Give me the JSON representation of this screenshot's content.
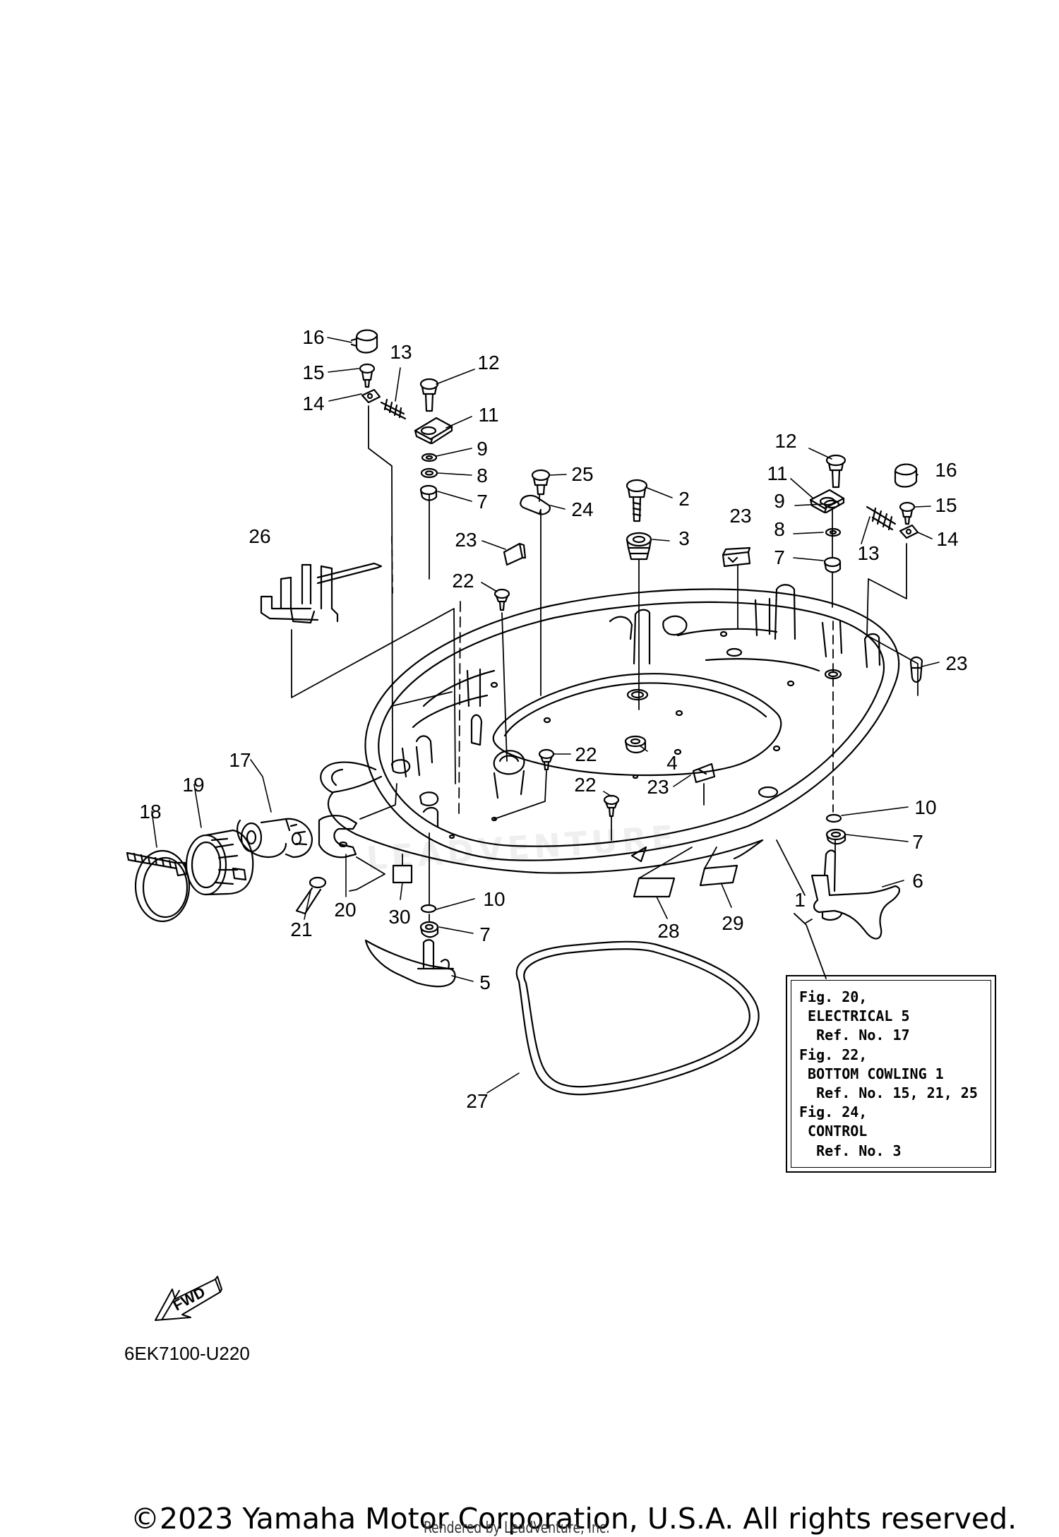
{
  "callouts": [
    {
      "id": "c16a",
      "label": "16"
    },
    {
      "id": "c13a",
      "label": "13"
    },
    {
      "id": "c12a",
      "label": "12"
    },
    {
      "id": "c15a",
      "label": "15"
    },
    {
      "id": "c14a",
      "label": "14"
    },
    {
      "id": "c11a",
      "label": "11"
    },
    {
      "id": "c9a",
      "label": "9"
    },
    {
      "id": "c8a",
      "label": "8"
    },
    {
      "id": "c7a",
      "label": "7"
    },
    {
      "id": "c25",
      "label": "25"
    },
    {
      "id": "c2",
      "label": "2"
    },
    {
      "id": "c24",
      "label": "24"
    },
    {
      "id": "c3",
      "label": "3"
    },
    {
      "id": "c26",
      "label": "26"
    },
    {
      "id": "c23a",
      "label": "23"
    },
    {
      "id": "c22a",
      "label": "22"
    },
    {
      "id": "c12b",
      "label": "12"
    },
    {
      "id": "c16b",
      "label": "16"
    },
    {
      "id": "c11b",
      "label": "11"
    },
    {
      "id": "c9b",
      "label": "9"
    },
    {
      "id": "c15b",
      "label": "15"
    },
    {
      "id": "c23b",
      "label": "23"
    },
    {
      "id": "c8b",
      "label": "8"
    },
    {
      "id": "c14b",
      "label": "14"
    },
    {
      "id": "c7b",
      "label": "7"
    },
    {
      "id": "c13b",
      "label": "13"
    },
    {
      "id": "c23c",
      "label": "23"
    },
    {
      "id": "c4",
      "label": "4"
    },
    {
      "id": "c22b",
      "label": "22"
    },
    {
      "id": "c17",
      "label": "17"
    },
    {
      "id": "c19",
      "label": "19"
    },
    {
      "id": "c18",
      "label": "18"
    },
    {
      "id": "c22c",
      "label": "22"
    },
    {
      "id": "c23d",
      "label": "23"
    },
    {
      "id": "c10a",
      "label": "10"
    },
    {
      "id": "c7c",
      "label": "7"
    },
    {
      "id": "c6",
      "label": "6"
    },
    {
      "id": "c21",
      "label": "21"
    },
    {
      "id": "c20",
      "label": "20"
    },
    {
      "id": "c30",
      "label": "30"
    },
    {
      "id": "c10b",
      "label": "10"
    },
    {
      "id": "c28",
      "label": "28"
    },
    {
      "id": "c29",
      "label": "29"
    },
    {
      "id": "c1",
      "label": "1"
    },
    {
      "id": "c7d",
      "label": "7"
    },
    {
      "id": "c5",
      "label": "5"
    },
    {
      "id": "c27",
      "label": "27"
    }
  ],
  "reference_box": {
    "lines": [
      "Fig. 20,",
      " ELECTRICAL 5",
      "  Ref. No. 17",
      "Fig. 22,",
      " BOTTOM COWLING 1",
      "  Ref. No. 15, 21, 25",
      "Fig. 24,",
      " CONTROL",
      "  Ref. No. 3"
    ]
  },
  "fwd_label": "FWD",
  "drawing_code": "6EK7100-U220",
  "watermark": "LEADVENTURE",
  "copyright": "©2023 Yamaha Motor Corporation, U.S.A. All rights reserved.",
  "rendered_by": "Rendered by LeadVenture, Inc."
}
